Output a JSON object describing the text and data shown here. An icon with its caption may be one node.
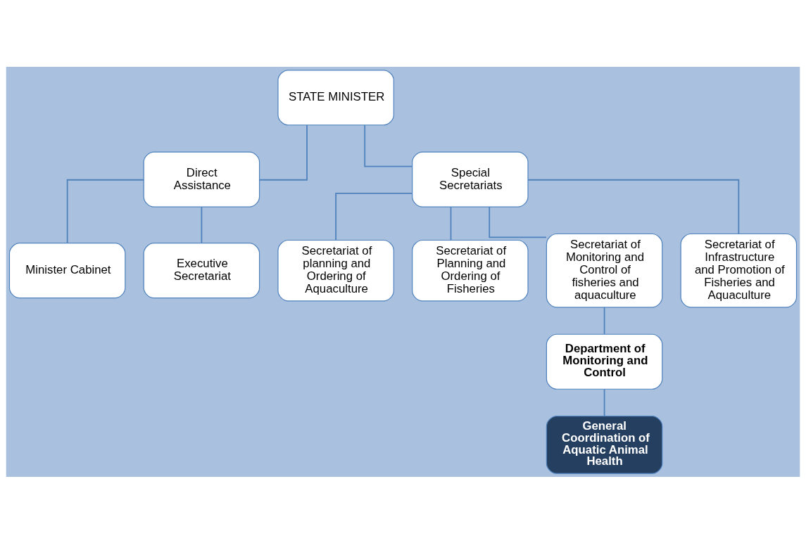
{
  "diagram": {
    "nodes": [
      {
        "text": [
          "STATE MINISTER"
        ]
      },
      {
        "text": [
          "Direct Assistance"
        ]
      },
      {
        "text": [
          "Special Secretariats"
        ]
      },
      {
        "text": [
          "Minister Cabinet"
        ]
      },
      {
        "text": [
          "Executive Secretariat"
        ]
      },
      {
        "text": [
          "Secretariat of planning and Ordering of Aquaculture"
        ]
      },
      {
        "text": [
          "Secretariat of Planning and Ordering of Fisheries"
        ]
      },
      {
        "text": [
          "Secretariat of Monitoring and Control of fisheries and aquaculture"
        ]
      },
      {
        "text": [
          "Secretariat of Infrastructure and Promotion of Fisheries and Aquaculture"
        ]
      },
      {
        "text": [
          "Department of Monitoring and Control"
        ]
      },
      {
        "text": [
          "General Coordination of Aquatic Animal Health"
        ]
      }
    ],
    "edges": [
      {
        "from": 0,
        "to": 1,
        "arrow": "none"
      },
      {
        "from": 0,
        "to": 2,
        "arrow": "none"
      },
      {
        "from": 1,
        "to": 3,
        "arrow": "none"
      },
      {
        "from": 1,
        "to": 4,
        "arrow": "none"
      },
      {
        "from": 2,
        "to": 5,
        "arrow": "none"
      },
      {
        "from": 2,
        "to": 6,
        "arrow": "none"
      },
      {
        "from": 2,
        "to": 7,
        "arrow": "none"
      },
      {
        "from": 2,
        "to": 8,
        "arrow": "none"
      },
      {
        "from": 7,
        "to": 9,
        "arrow": "none"
      },
      {
        "from": 9,
        "to": 10,
        "arrow": "none"
      }
    ]
  }
}
